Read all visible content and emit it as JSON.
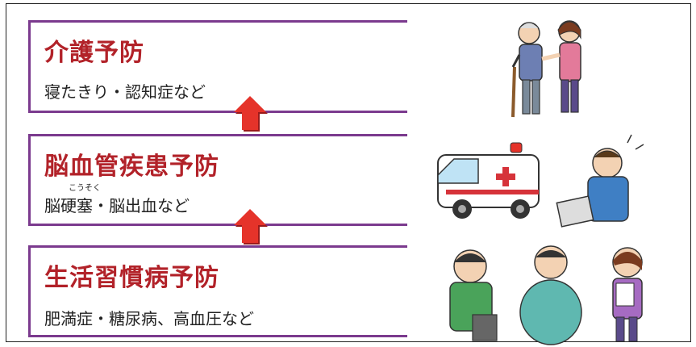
{
  "sections": [
    {
      "title": "介護予防",
      "subtitle": "寝たきり・認知症など"
    },
    {
      "title": "脳血管疾患予防",
      "subtitle": "脳硬塞・脳出血など",
      "ruby": "こうそく"
    },
    {
      "title": "生活習慣病予防",
      "subtitle": "肥満症・糖尿病、高血圧など"
    }
  ],
  "colors": {
    "title": "#b22229",
    "border": "#7b3a8e",
    "arrow": "#e5332a"
  },
  "icons": [
    "elderly-couple-illustration",
    "ambulance-illustration",
    "stroke-patient-illustration",
    "lifestyle-disease-people-illustration"
  ]
}
